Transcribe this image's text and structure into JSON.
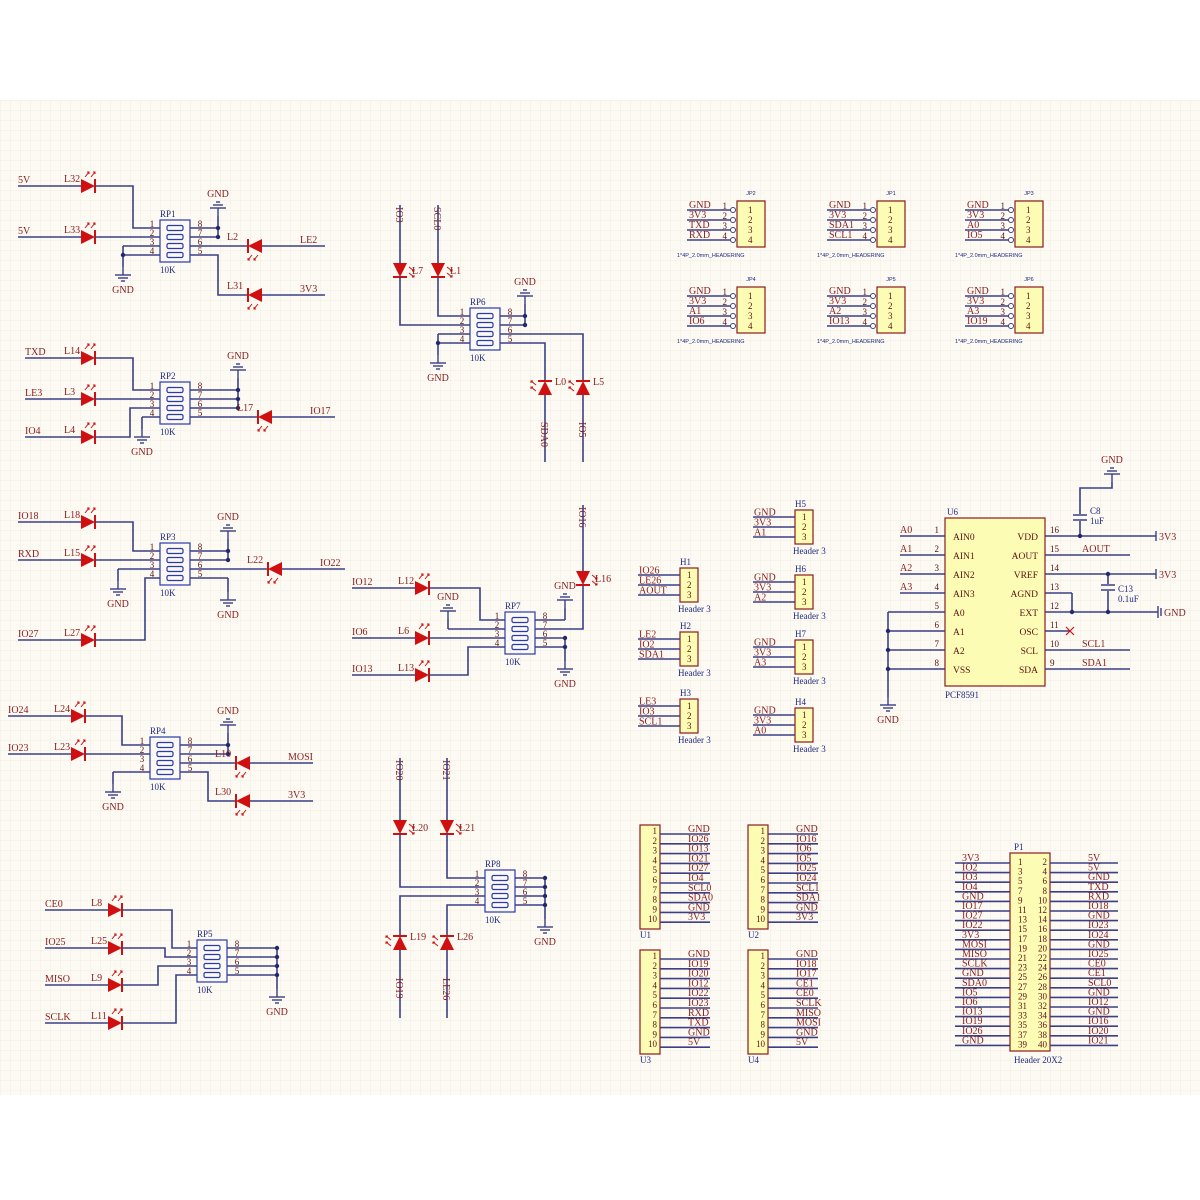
{
  "labels": {
    "gnd": "GND",
    "header3": "Header 3",
    "jp_footprint": "1*4P_2.0mm_HEADERING",
    "p1_label": "Header 20X2"
  },
  "pack_pins_left": [
    "1",
    "2",
    "3",
    "4"
  ],
  "pack_pins_right": [
    "8",
    "7",
    "6",
    "5"
  ],
  "packs": [
    {
      "ref": "RP1",
      "value": "10K",
      "leds": [
        {
          "ref": "L32",
          "net": "5V"
        },
        {
          "ref": "L33",
          "net": "5V"
        },
        {
          "ref": "L2",
          "net": "LE2"
        },
        {
          "ref": "L31",
          "net": "3V3"
        }
      ]
    },
    {
      "ref": "RP2",
      "value": "10K",
      "leds": [
        {
          "ref": "L14",
          "net": "TXD"
        },
        {
          "ref": "L3",
          "net": "LE3"
        },
        {
          "ref": "L4",
          "net": "IO4"
        },
        {
          "ref": "L17",
          "net": "IO17"
        }
      ]
    },
    {
      "ref": "RP3",
      "value": "10K",
      "leds": [
        {
          "ref": "L18",
          "net": "IO18"
        },
        {
          "ref": "L15",
          "net": "RXD"
        },
        {
          "ref": "L27",
          "net": "IO27"
        },
        {
          "ref": "L22",
          "net": "IO22"
        }
      ]
    },
    {
      "ref": "RP4",
      "value": "10K",
      "leds": [
        {
          "ref": "L24",
          "net": "IO24"
        },
        {
          "ref": "L23",
          "net": "IO23"
        },
        {
          "ref": "L10",
          "net": "MOSI"
        },
        {
          "ref": "L30",
          "net": "3V3"
        }
      ]
    },
    {
      "ref": "RP5",
      "value": "10K",
      "leds": [
        {
          "ref": "L8",
          "net": "CE0"
        },
        {
          "ref": "L25",
          "net": "IO25"
        },
        {
          "ref": "L9",
          "net": "MISO"
        },
        {
          "ref": "L11",
          "net": "SCLK"
        }
      ]
    },
    {
      "ref": "RP6",
      "value": "10K",
      "leds": [
        {
          "ref": "L7",
          "net": "IO3"
        },
        {
          "ref": "L1",
          "net": "SCL0"
        },
        {
          "ref": "L0",
          "net": "SDA0"
        },
        {
          "ref": "L5",
          "net": "IO5"
        }
      ]
    },
    {
      "ref": "RP7",
      "value": "10K",
      "leds": [
        {
          "ref": "L12",
          "net": "IO12"
        },
        {
          "ref": "L6",
          "net": "IO6"
        },
        {
          "ref": "L13",
          "net": "IO13"
        },
        {
          "ref": "L16",
          "net": "IO16"
        }
      ]
    },
    {
      "ref": "RP8",
      "value": "10K",
      "leds": [
        {
          "ref": "L20",
          "net": "IO20"
        },
        {
          "ref": "L21",
          "net": "IO21"
        },
        {
          "ref": "L19",
          "net": "IO19"
        },
        {
          "ref": "L26",
          "net": "LE26"
        }
      ]
    }
  ],
  "jp_pins": [
    "1",
    "2",
    "3",
    "4"
  ],
  "jp": [
    {
      "ref": "JP2",
      "nets": [
        "GND",
        "3V3",
        "TXD",
        "RXD"
      ]
    },
    {
      "ref": "JP1",
      "nets": [
        "GND",
        "3V3",
        "SDA1",
        "SCL1"
      ]
    },
    {
      "ref": "JP3",
      "nets": [
        "GND",
        "3V3",
        "A0",
        "IO5"
      ]
    },
    {
      "ref": "JP4",
      "nets": [
        "GND",
        "3V3",
        "A1",
        "IO6"
      ]
    },
    {
      "ref": "JP5",
      "nets": [
        "GND",
        "3V3",
        "A2",
        "IO13"
      ]
    },
    {
      "ref": "JP6",
      "nets": [
        "GND",
        "3V3",
        "A3",
        "IO19"
      ]
    }
  ],
  "h_pins": [
    "1",
    "2",
    "3"
  ],
  "headers": [
    {
      "ref": "H1",
      "nets": [
        "IO26",
        "LE26",
        "AOUT"
      ]
    },
    {
      "ref": "H2",
      "nets": [
        "LE2",
        "IO2",
        "SDA1"
      ]
    },
    {
      "ref": "H3",
      "nets": [
        "LE3",
        "IO3",
        "SCL1"
      ]
    },
    {
      "ref": "H5",
      "nets": [
        "GND",
        "3V3",
        "A1"
      ]
    },
    {
      "ref": "H6",
      "nets": [
        "GND",
        "3V3",
        "A2"
      ]
    },
    {
      "ref": "H7",
      "nets": [
        "GND",
        "3V3",
        "A3"
      ]
    },
    {
      "ref": "H4",
      "nets": [
        "GND",
        "3V3",
        "A0"
      ]
    }
  ],
  "u_pins": [
    "1",
    "2",
    "3",
    "4",
    "5",
    "6",
    "7",
    "8",
    "9",
    "10"
  ],
  "u_conns": [
    {
      "ref": "U1",
      "nets": [
        "GND",
        "IO26",
        "IO13",
        "IO21",
        "IO27",
        "IO4",
        "SCL0",
        "SDA0",
        "GND",
        "3V3"
      ]
    },
    {
      "ref": "U2",
      "nets": [
        "GND",
        "IO16",
        "IO6",
        "IO5",
        "IO25",
        "IO24",
        "SCL1",
        "SDA1",
        "GND",
        "3V3"
      ]
    },
    {
      "ref": "U3",
      "nets": [
        "GND",
        "IO19",
        "IO20",
        "IO12",
        "IO22",
        "IO23",
        "RXD",
        "TXD",
        "GND",
        "5V"
      ]
    },
    {
      "ref": "U4",
      "nets": [
        "GND",
        "IO18",
        "IO17",
        "CE1",
        "CE0",
        "SCLK",
        "MISO",
        "MOSI",
        "GND",
        "5V"
      ]
    }
  ],
  "p1": {
    "ref": "P1",
    "odd_pins": [
      "1",
      "3",
      "5",
      "7",
      "9",
      "11",
      "13",
      "15",
      "17",
      "19",
      "21",
      "23",
      "25",
      "27",
      "29",
      "31",
      "33",
      "35",
      "37",
      "39"
    ],
    "even_pins": [
      "2",
      "4",
      "6",
      "8",
      "10",
      "12",
      "14",
      "16",
      "18",
      "20",
      "22",
      "24",
      "26",
      "28",
      "30",
      "32",
      "34",
      "36",
      "38",
      "40"
    ],
    "left_nets": [
      "3V3",
      "IO2",
      "IO3",
      "IO4",
      "GND",
      "IO17",
      "IO27",
      "IO22",
      "3V3",
      "MOSI",
      "MISO",
      "SCLK",
      "GND",
      "SDA0",
      "IO5",
      "IO6",
      "IO13",
      "IO19",
      "IO26",
      "GND"
    ],
    "right_nets": [
      "5V",
      "5V",
      "GND",
      "TXD",
      "RXD",
      "IO18",
      "GND",
      "IO23",
      "IO24",
      "GND",
      "IO25",
      "CE0",
      "CE1",
      "SCL0",
      "GND",
      "IO12",
      "GND",
      "IO16",
      "IO20",
      "IO21"
    ]
  },
  "u6": {
    "ref": "U6",
    "part": "PCF8591",
    "left": [
      {
        "num": "1",
        "name": "AIN0",
        "net": "A0"
      },
      {
        "num": "2",
        "name": "AIN1",
        "net": "A1"
      },
      {
        "num": "3",
        "name": "AIN2",
        "net": "A2"
      },
      {
        "num": "4",
        "name": "AIN3",
        "net": "A3"
      },
      {
        "num": "5",
        "name": "A0",
        "net": ""
      },
      {
        "num": "6",
        "name": "A1",
        "net": ""
      },
      {
        "num": "7",
        "name": "A2",
        "net": ""
      },
      {
        "num": "8",
        "name": "VSS",
        "net": ""
      }
    ],
    "right": [
      {
        "num": "16",
        "name": "VDD",
        "net": ""
      },
      {
        "num": "15",
        "name": "AOUT",
        "net": "AOUT"
      },
      {
        "num": "14",
        "name": "VREF",
        "net": ""
      },
      {
        "num": "13",
        "name": "AGND",
        "net": ""
      },
      {
        "num": "12",
        "name": "EXT",
        "net": ""
      },
      {
        "num": "11",
        "name": "OSC",
        "net": ""
      },
      {
        "num": "10",
        "name": "SCL",
        "net": "SCL1"
      },
      {
        "num": "9",
        "name": "SDA",
        "net": "SDA1"
      }
    ],
    "vdd_port": "3V3",
    "vref_port": "3V3",
    "ext_port": "GND",
    "c8": {
      "ref": "C8",
      "value": "1uF"
    },
    "c13": {
      "ref": "C13",
      "value": "0.1uF"
    }
  }
}
